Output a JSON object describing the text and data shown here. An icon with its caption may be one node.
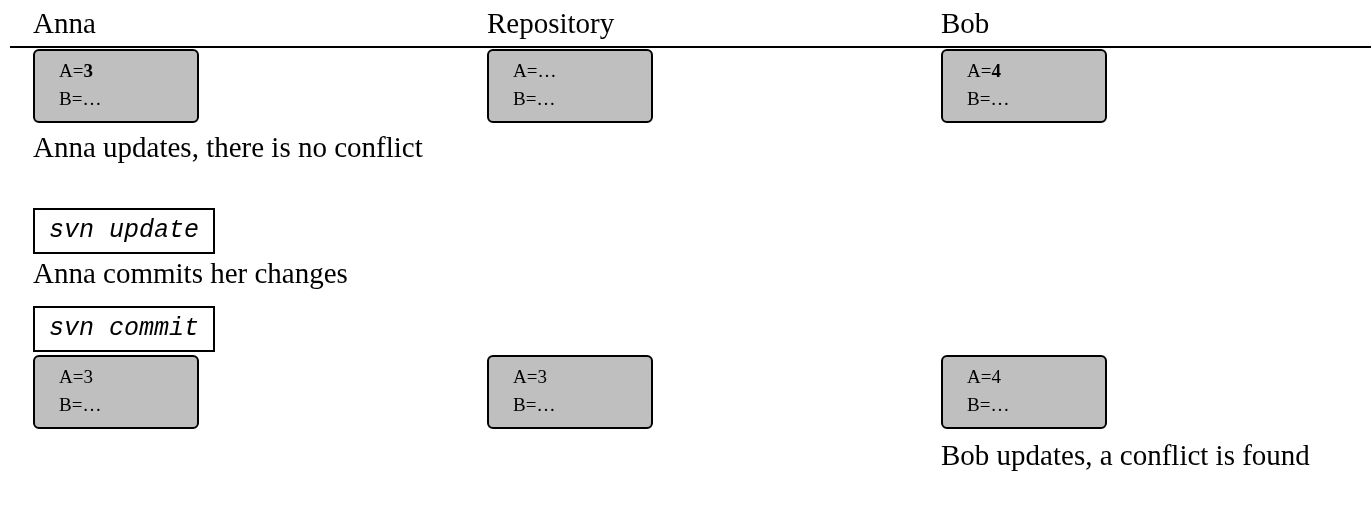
{
  "diagram": {
    "nodes": [
      {
        "text": [
          "A=**3**",
          "B=…"
        ]
      },
      {
        "text": [
          "A=…",
          "B=…"
        ]
      },
      {
        "text": [
          "A=**4**",
          "B=…"
        ]
      },
      {
        "text": [
          "svn update"
        ]
      },
      {
        "text": [
          "svn commit"
        ]
      },
      {
        "text": [
          "A=3",
          "B=…"
        ]
      },
      {
        "text": [
          "A=3",
          "B=…"
        ]
      },
      {
        "text": [
          "A=4",
          "B=…"
        ]
      }
    ],
    "labels": [
      "Anna",
      "Repository",
      "Bob",
      "Anna updates, there is no conflict",
      "Anna commits her changes",
      "Bob updates, a conflict is found"
    ]
  }
}
